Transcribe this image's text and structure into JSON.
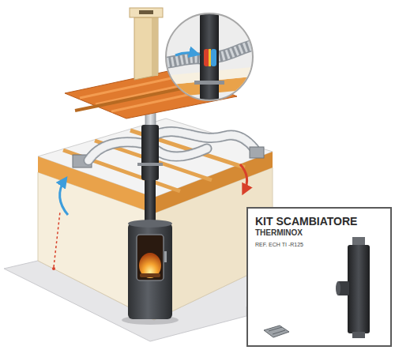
{
  "diagram": {
    "nodes": [
      {
        "text": [
          "KIT SCAMBIATORE",
          "THERMINOX",
          "REF. ECH TI -R125"
        ]
      }
    ]
  }
}
